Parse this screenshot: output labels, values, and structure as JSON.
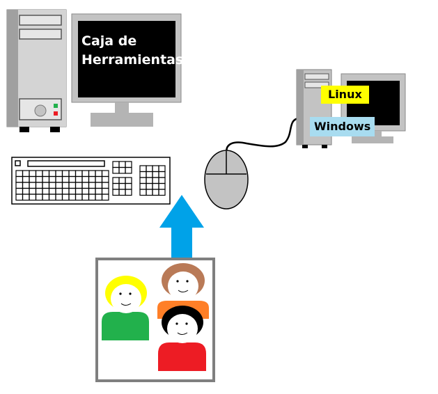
{
  "main_computer": {
    "screen_line1": "Caja de",
    "screen_line2": "Herramientas"
  },
  "remote_computer": {
    "os_labels": [
      {
        "text": "Linux",
        "color": "#ffff00"
      },
      {
        "text": "Windows",
        "color": "#a8dcf0"
      }
    ]
  },
  "colors": {
    "arrow": "#00a2e8",
    "screen": "#000000",
    "case": "#c3c3c3",
    "person_green": "#22b14c",
    "person_orange": "#ff7f27",
    "person_red": "#ed1c24",
    "hair_yellow": "#ffff00",
    "hair_brown": "#b97a57",
    "hair_black": "#000000"
  }
}
